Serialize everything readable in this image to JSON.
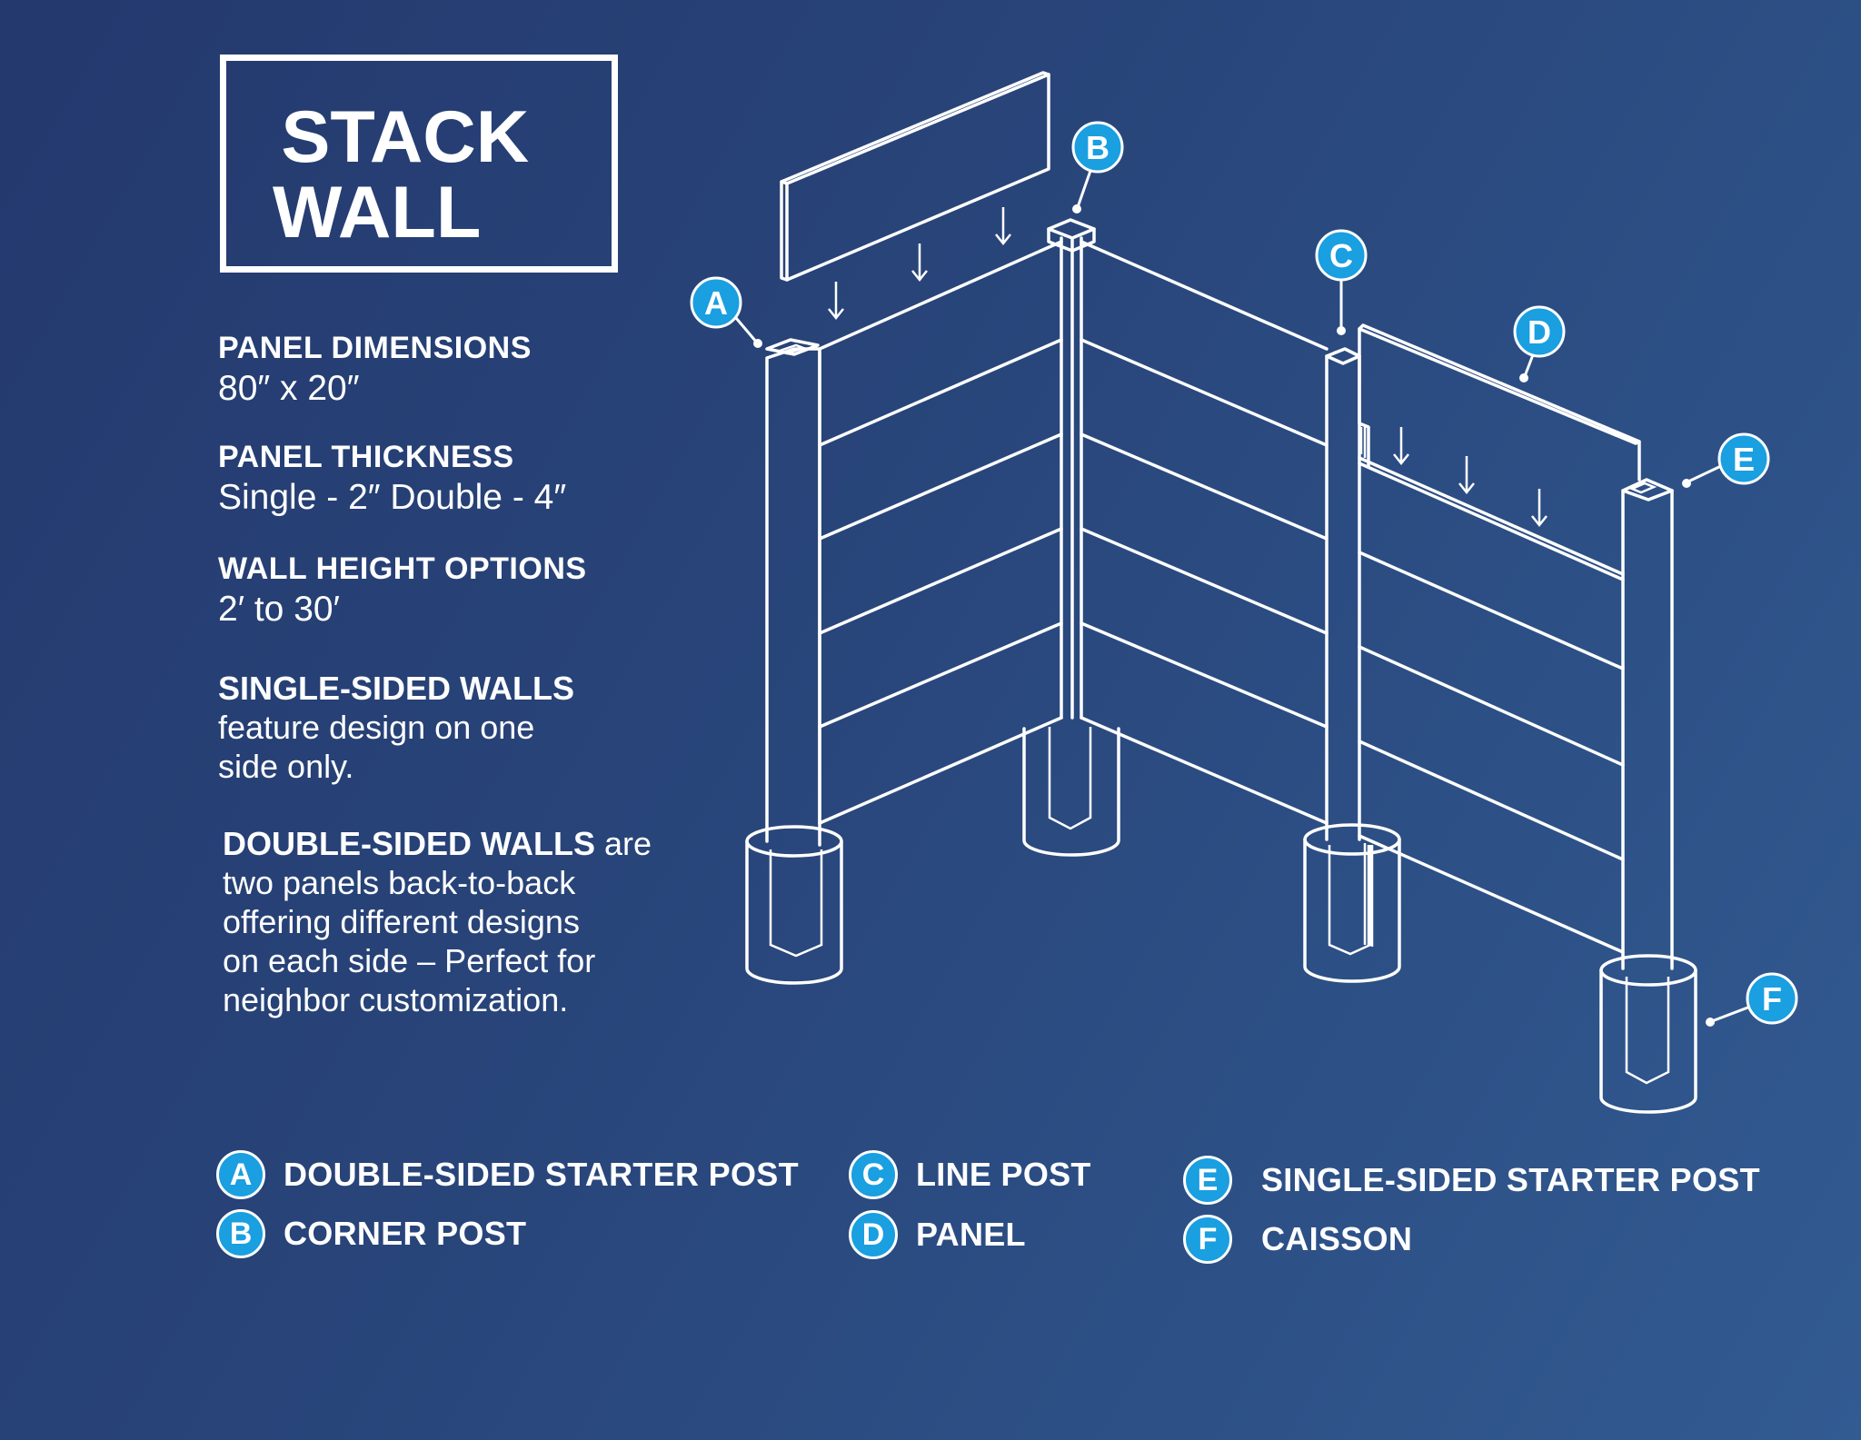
{
  "logo": {
    "line1": "STACK",
    "line2": "WALL"
  },
  "specs": {
    "panel_dimensions": {
      "title": "PANEL DIMENSIONS",
      "value": "80″ x  20″"
    },
    "panel_thickness": {
      "title": "PANEL THICKNESS",
      "value": "Single - 2″ Double - 4″"
    },
    "wall_height": {
      "title": "WALL HEIGHT OPTIONS",
      "value": "2′ to 30′"
    }
  },
  "single_sided": {
    "title": "SINGLE-SIDED WALLS",
    "lines": [
      "feature design on one",
      "side only."
    ]
  },
  "double_sided": {
    "title": "DOUBLE-SIDED WALLS",
    "first_line_rest": " are",
    "lines": [
      "two panels back-to-back",
      "offering different designs",
      "on each side – Perfect for",
      "neighbor customization."
    ]
  },
  "callouts": {
    "a": "A",
    "b": "B",
    "c": "C",
    "d": "D",
    "e": "E",
    "f": "F"
  },
  "legend": [
    {
      "letter": "A",
      "label": "DOUBLE-SIDED STARTER POST"
    },
    {
      "letter": "B",
      "label": "CORNER POST"
    },
    {
      "letter": "C",
      "label": "LINE POST"
    },
    {
      "letter": "D",
      "label": "PANEL"
    },
    {
      "letter": "E",
      "label": "SINGLE-SIDED STARTER POST"
    },
    {
      "letter": "F",
      "label": "CAISSON"
    }
  ],
  "colors": {
    "accent": "#1a9fe0",
    "background": "#2a467b",
    "line": "#ffffff"
  }
}
